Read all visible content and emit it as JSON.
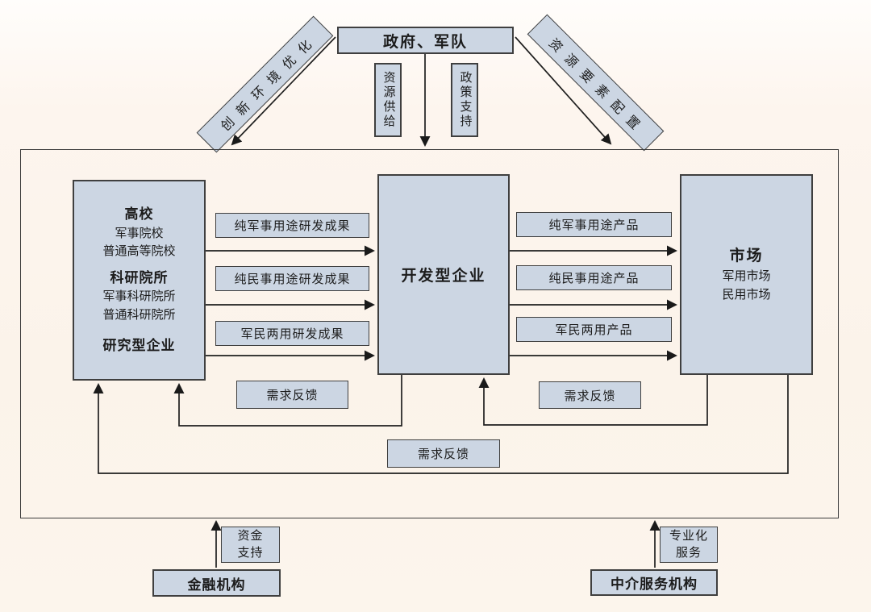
{
  "colors": {
    "box_fill": "#ccd6e3",
    "box_border": "#3f3f3f",
    "line": "#1f1f1f",
    "background": "#fcf5ee"
  },
  "government": {
    "label": "政府、军队"
  },
  "government_outputs": {
    "resource_supply": "资源供给",
    "policy_support": "政策支持"
  },
  "diagonal_labels": {
    "left": "创新环境优化",
    "right": "资源要素配置"
  },
  "research_entity": {
    "group1_title": "高校",
    "group1_items": [
      "军事院校",
      "普通高等院校"
    ],
    "group2_title": "科研院所",
    "group2_items": [
      "军事科研院所",
      "普通科研院所"
    ],
    "group3_title": "研究型企业"
  },
  "developer_entity": {
    "label": "开发型企业"
  },
  "market_entity": {
    "title": "市场",
    "items": [
      "军用市场",
      "民用市场"
    ]
  },
  "research_outputs": [
    "纯军事用途研发成果",
    "纯民事用途研发成果",
    "军民两用研发成果"
  ],
  "products": [
    "纯军事用途产品",
    "纯民事用途产品",
    "军民两用产品"
  ],
  "feedback_labels": {
    "developer_to_research": "需求反馈",
    "market_to_developer": "需求反馈",
    "market_to_research": "需求反馈"
  },
  "finance": {
    "label": "金融机构",
    "support": [
      "资金",
      "支持"
    ]
  },
  "intermediary": {
    "label": "中介服务机构",
    "support": [
      "专业化",
      "服务"
    ]
  }
}
